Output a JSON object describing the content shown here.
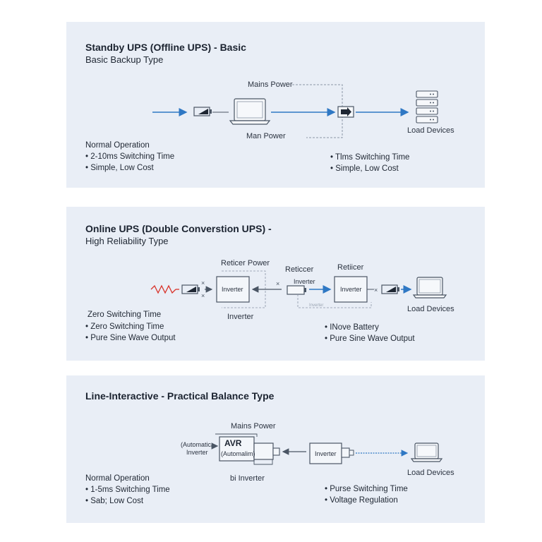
{
  "sections": {
    "standby": {
      "title": "Standby UPS (Offline UPS) - Basic",
      "subtitle": "Basic Backup Type",
      "mains_label": "Mains Power",
      "man_power_label": "Man Power",
      "load_label": "Load Devices",
      "left_heading": "Normal Operation",
      "left_bullets": [
        "• 2-10ms Switching Time",
        "• Simple, Low Cost"
      ],
      "right_bullets": [
        "• Tlms Switching Time",
        "• Simple, Low Cost"
      ]
    },
    "online": {
      "title": "Online UPS (Double Converstion UPS) -",
      "subtitle": "High Reliability Type",
      "reticer_power_label": "Reticer Power",
      "reticcer_label": "Reticcer",
      "retiicer_label": "Retiicer",
      "inverter_box1": "Inverter",
      "inverter_box2": "Inverter",
      "inverter_mid": "Inverter",
      "inverter_below": "Inverter",
      "faint_label": "Inverter",
      "load_label": "Load Devices",
      "left_bullets": [
        "Zero Switching Time",
        "• Zero Switching Time",
        "• Pure Sine Wave Output"
      ],
      "right_bullets": [
        "• INove Battery",
        "• Pure Sine Wave Output"
      ]
    },
    "line_interactive": {
      "title": "Line-Interactive - Practical Balance Type",
      "mains_label": "Mains Power",
      "auto_label_1": "(Automatic",
      "auto_label_2": "Inverter",
      "avr_title": "AVR",
      "avr_sub": "(Automalim)",
      "inverter_box": "Inverter",
      "bi_inverter": "bi Inverter",
      "load_label": "Load Devices",
      "left_heading": "Normal Operation",
      "left_bullets": [
        "• 1-5ms Switching Time",
        "• Sab; Low Cost"
      ],
      "right_bullets": [
        "• Purse Switching Time",
        "• Voltage Regulation"
      ]
    }
  },
  "colors": {
    "panel_bg": "#e9eef6",
    "accent_blue": "#2f78c4",
    "stroke_gray": "#4a5564",
    "signal_red": "#d9342b"
  }
}
